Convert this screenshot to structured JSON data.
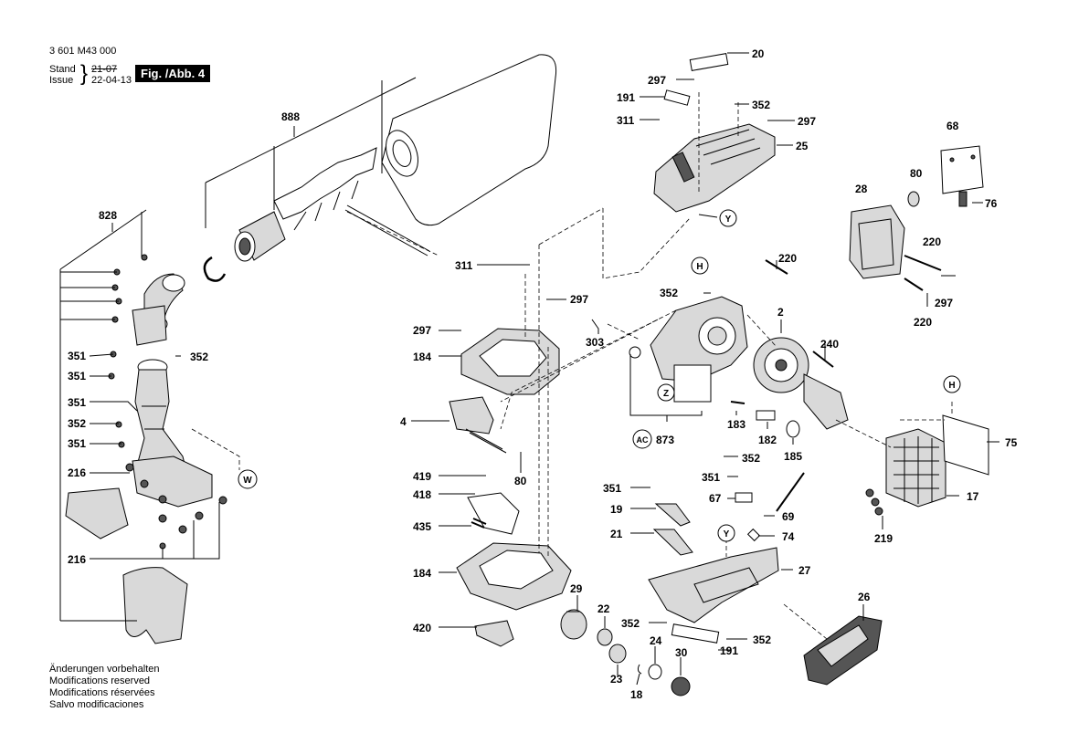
{
  "header": {
    "doc_number": "3 601 M43 000",
    "stand_label": "Stand",
    "issue_label": "Issue",
    "stand_value": "21-07",
    "issue_value": "22-04-13",
    "fig_badge": "Fig. /Abb. 4"
  },
  "footer": {
    "notes": [
      "Änderungen vorbehalten",
      "Modifications reserved",
      "Modifications réservées",
      "Salvo modificaciones"
    ]
  },
  "labels": {
    "l20": "20",
    "l297a": "297",
    "l191a": "191",
    "l352a": "352",
    "l311a": "311",
    "l297b": "297",
    "l25": "25",
    "l68": "68",
    "l80a": "80",
    "l76": "76",
    "l28": "28",
    "l220a": "220",
    "l297c": "297",
    "l220b": "220",
    "l888": "888",
    "l828": "828",
    "l351a": "351",
    "l352b": "352",
    "l351b": "351",
    "l351c": "351",
    "l352c": "352",
    "l351d": "351",
    "l216a": "216",
    "l216b": "216",
    "l311b": "311",
    "l297d": "297",
    "l297e": "297",
    "l184a": "184",
    "l4": "4",
    "l80b": "80",
    "l419": "419",
    "l418": "418",
    "l435": "435",
    "l184b": "184",
    "l420": "420",
    "l220c": "220",
    "l352d": "352",
    "l2": "2",
    "l303": "303",
    "l240": "240",
    "l873": "873",
    "l183": "183",
    "l182": "182",
    "l185": "185",
    "l352e": "352",
    "l75": "75",
    "l17": "17",
    "l219": "219",
    "l351e": "351",
    "l19": "19",
    "l21": "21",
    "l351f": "351",
    "l67": "67",
    "l69": "69",
    "l74": "74",
    "l27": "27",
    "l26": "26",
    "l29": "29",
    "l22": "22",
    "l352f": "352",
    "l191b": "191",
    "l352g": "352",
    "l24": "24",
    "l30": "30",
    "l23": "23",
    "l18": "18"
  },
  "circles": {
    "c_y1": "Y",
    "c_h1": "H",
    "c_z": "Z",
    "c_ac": "AC",
    "c_w": "W",
    "c_y2": "Y",
    "c_h2": "H"
  }
}
